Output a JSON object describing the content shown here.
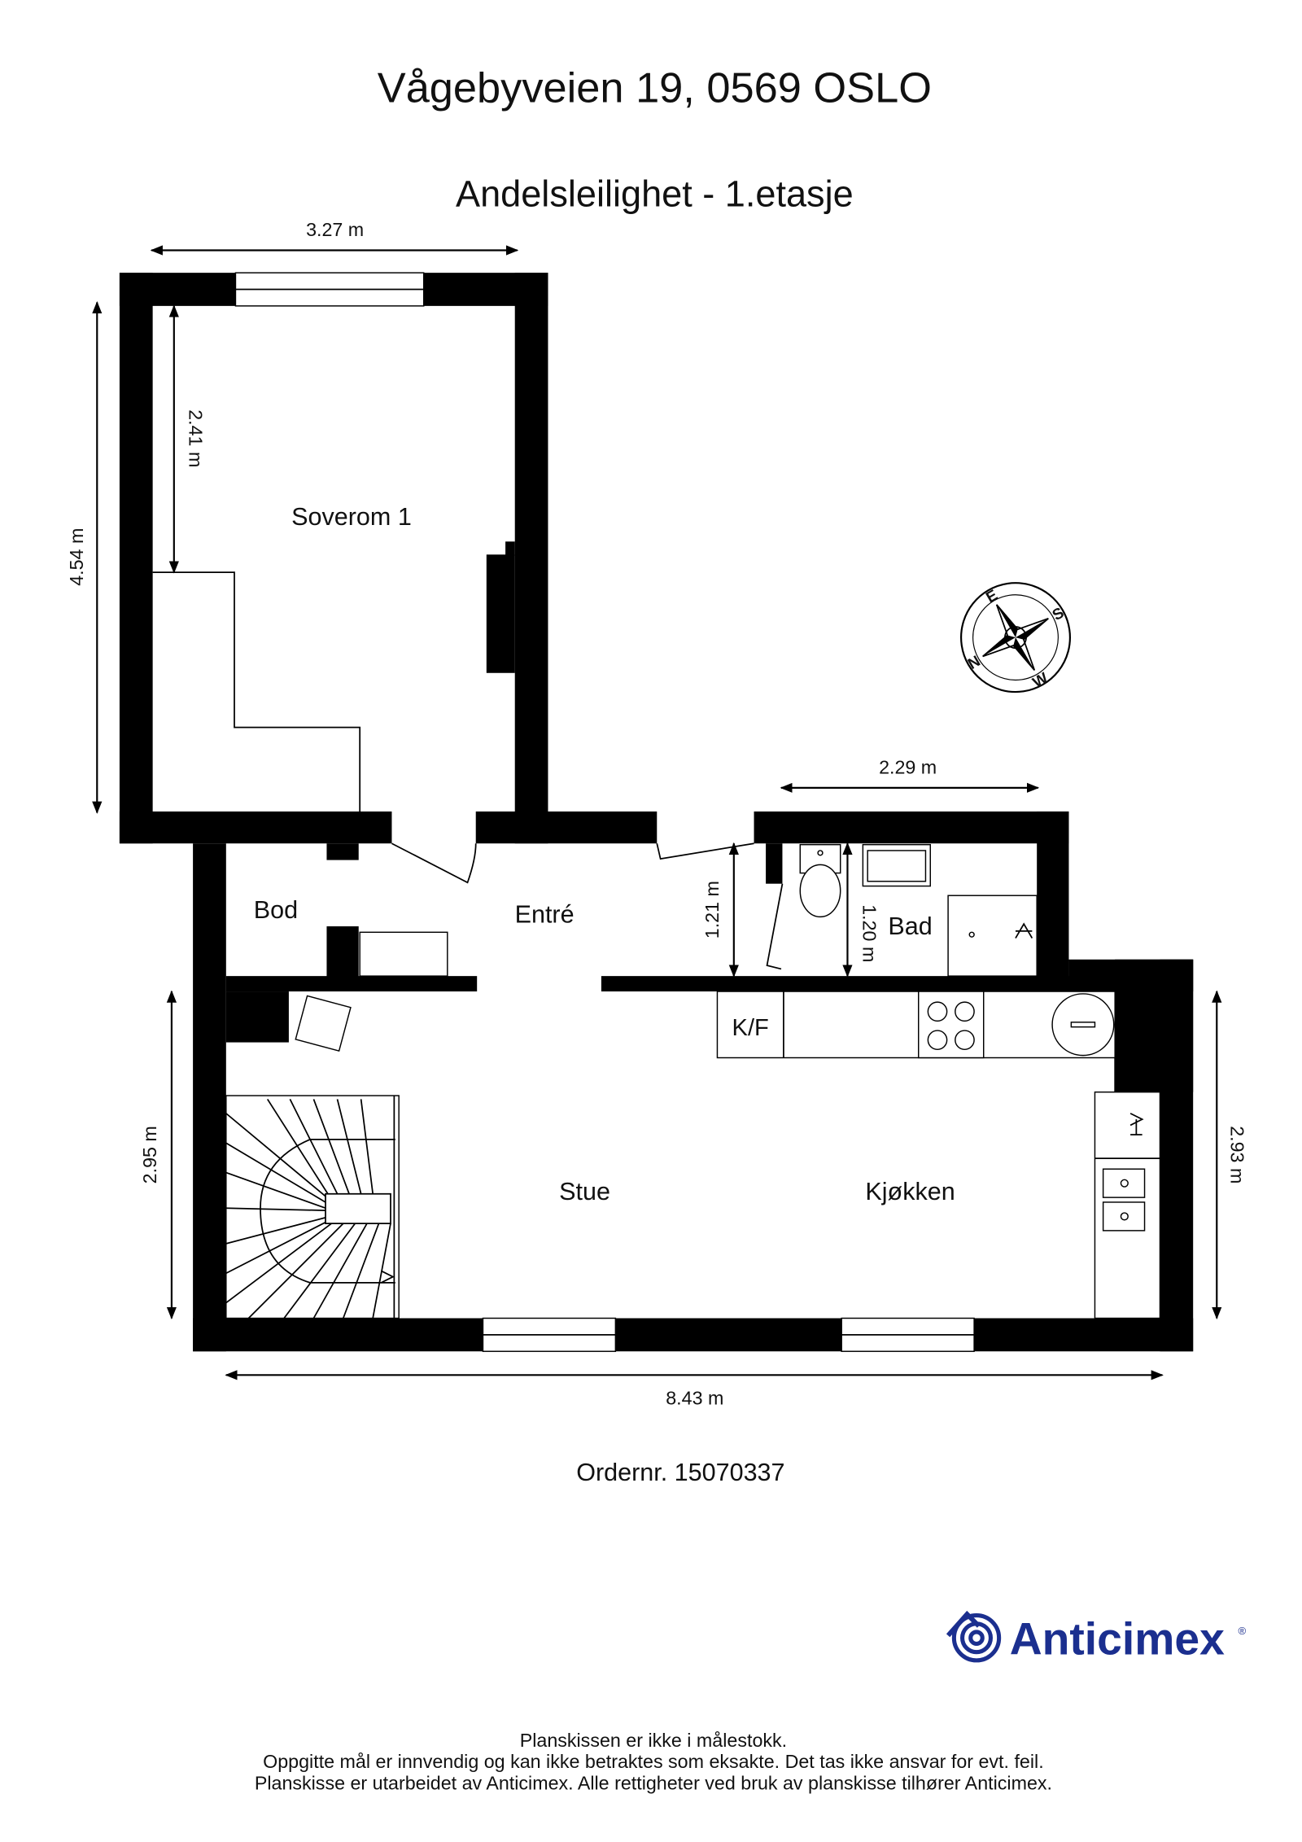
{
  "header": {
    "address": "Vågebyveien 19, 0569 OSLO",
    "subtitle": "Andelsleilighet  - 1.etasje"
  },
  "rooms": {
    "bedroom": "Soverom 1",
    "storage": "Bod",
    "entrance": "Entré",
    "bathroom": "Bad",
    "living": "Stue",
    "kitchen": "Kjøkken",
    "fridge": "K/F"
  },
  "dimensions": {
    "bedroom_width": "3.27 m",
    "bedroom_length": "4.54 m",
    "bedroom_partial": "2.41 m",
    "bath_width": "2.29 m",
    "entrance_depth": "1.21 m",
    "bath_depth": "1.20 m",
    "living_left": "2.95 m",
    "living_right": "2.93 m",
    "total_width": "8.43 m"
  },
  "compass": {
    "labels": [
      "E",
      "S",
      "W",
      "N"
    ]
  },
  "order": "Ordernr. 15070337",
  "logo": {
    "text": "Anticimex",
    "color": "#1b2f8f"
  },
  "footer": {
    "line1": "Planskissen er ikke i målestokk.",
    "line2": "Oppgitte mål er innvendig og kan ikke betraktes som eksakte. Det tas ikke ansvar for evt. feil.",
    "line3": "Planskisse er utarbeidet av Anticimex. Alle rettigheter ved bruk av planskisse tilhører Anticimex."
  }
}
